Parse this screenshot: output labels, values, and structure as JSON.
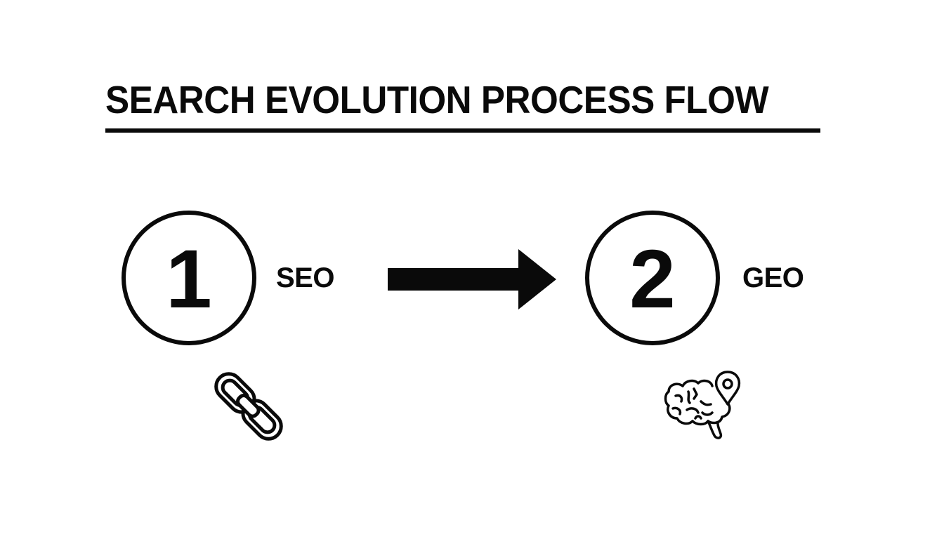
{
  "diagram": {
    "title": "SEARCH EVOLUTION PROCESS FLOW",
    "type": "process-flow",
    "steps": [
      {
        "number": "1",
        "label": "SEO",
        "icon": "link-chain-icon"
      },
      {
        "number": "2",
        "label": "GEO",
        "icon": "brain-location-pin-icon"
      }
    ],
    "connector": {
      "from": "1",
      "to": "2",
      "icon": "arrow-right-icon"
    },
    "colors": {
      "foreground": "#0a0a0a",
      "background": "#ffffff"
    }
  }
}
